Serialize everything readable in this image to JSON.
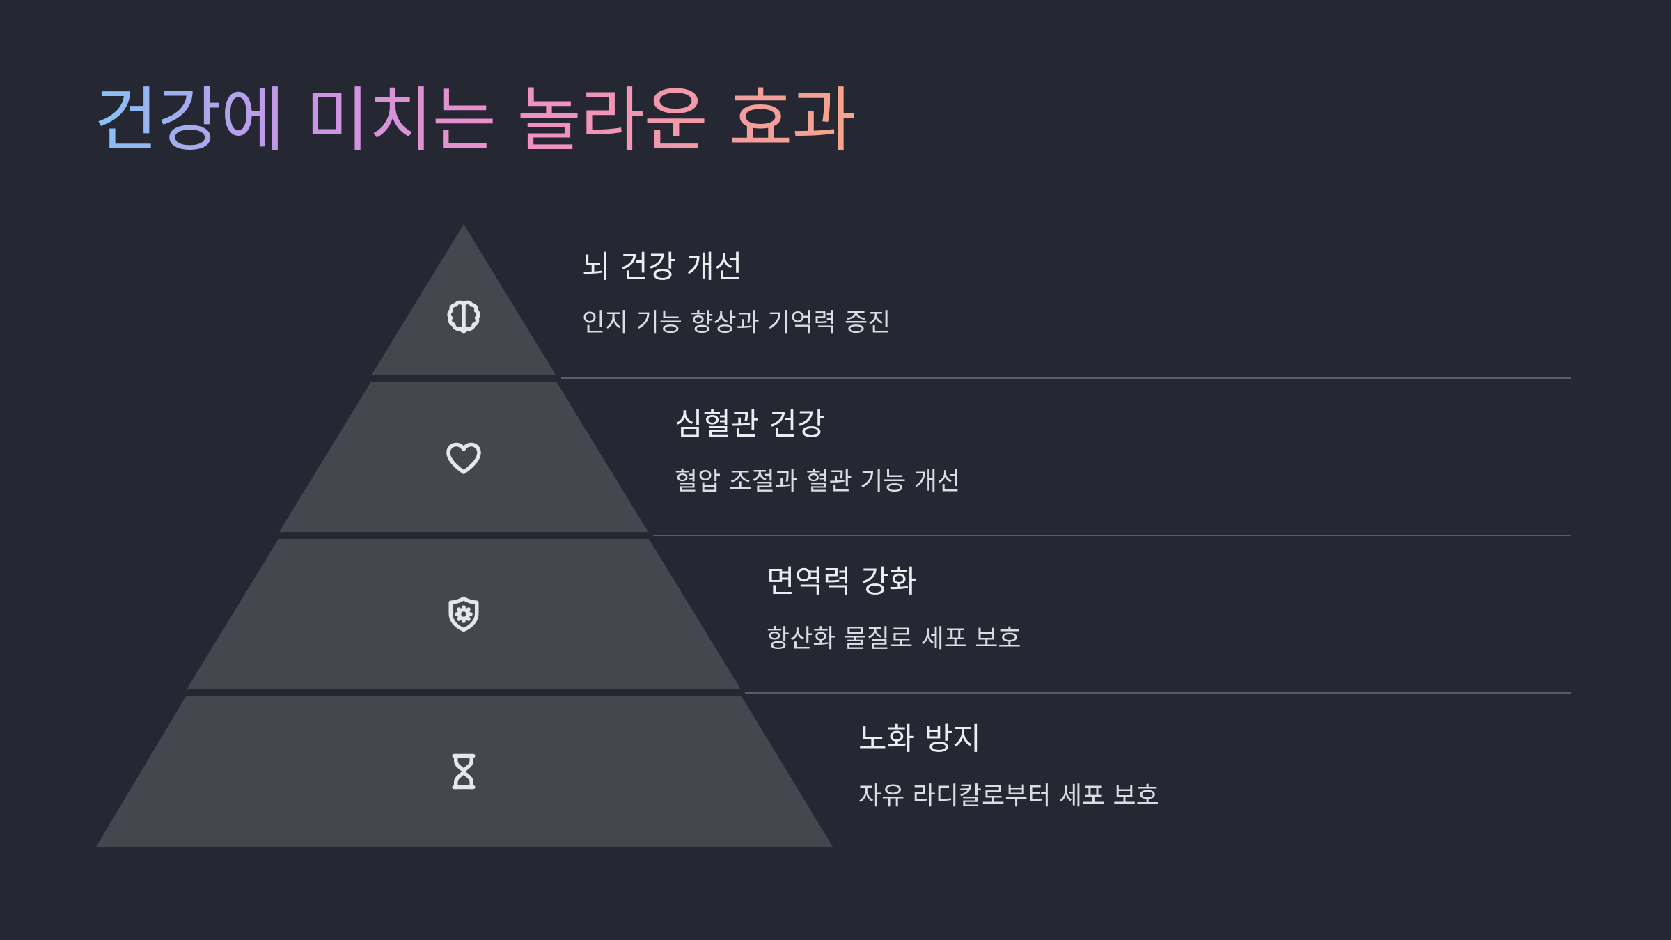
{
  "title": "건강에 미치는 놀라운 효과",
  "colors": {
    "background": "#252733",
    "tier_fill": "#45474f",
    "title_gradient": [
      "#86c2f6",
      "#c496e6",
      "#ef8fc8",
      "#f7a48a"
    ]
  },
  "tiers": [
    {
      "heading": "뇌 건강 개선",
      "description": "인지 기능 향상과 기억력 증진",
      "icon": "brain-icon"
    },
    {
      "heading": "심혈관 건강",
      "description": "혈압 조절과 혈관 기능 개선",
      "icon": "heart-icon"
    },
    {
      "heading": "면역력 강화",
      "description": "항산화 물질로 세포 보호",
      "icon": "shield-icon"
    },
    {
      "heading": "노화 방지",
      "description": "자유 라디칼로부터 세포 보호",
      "icon": "hourglass-icon"
    }
  ]
}
